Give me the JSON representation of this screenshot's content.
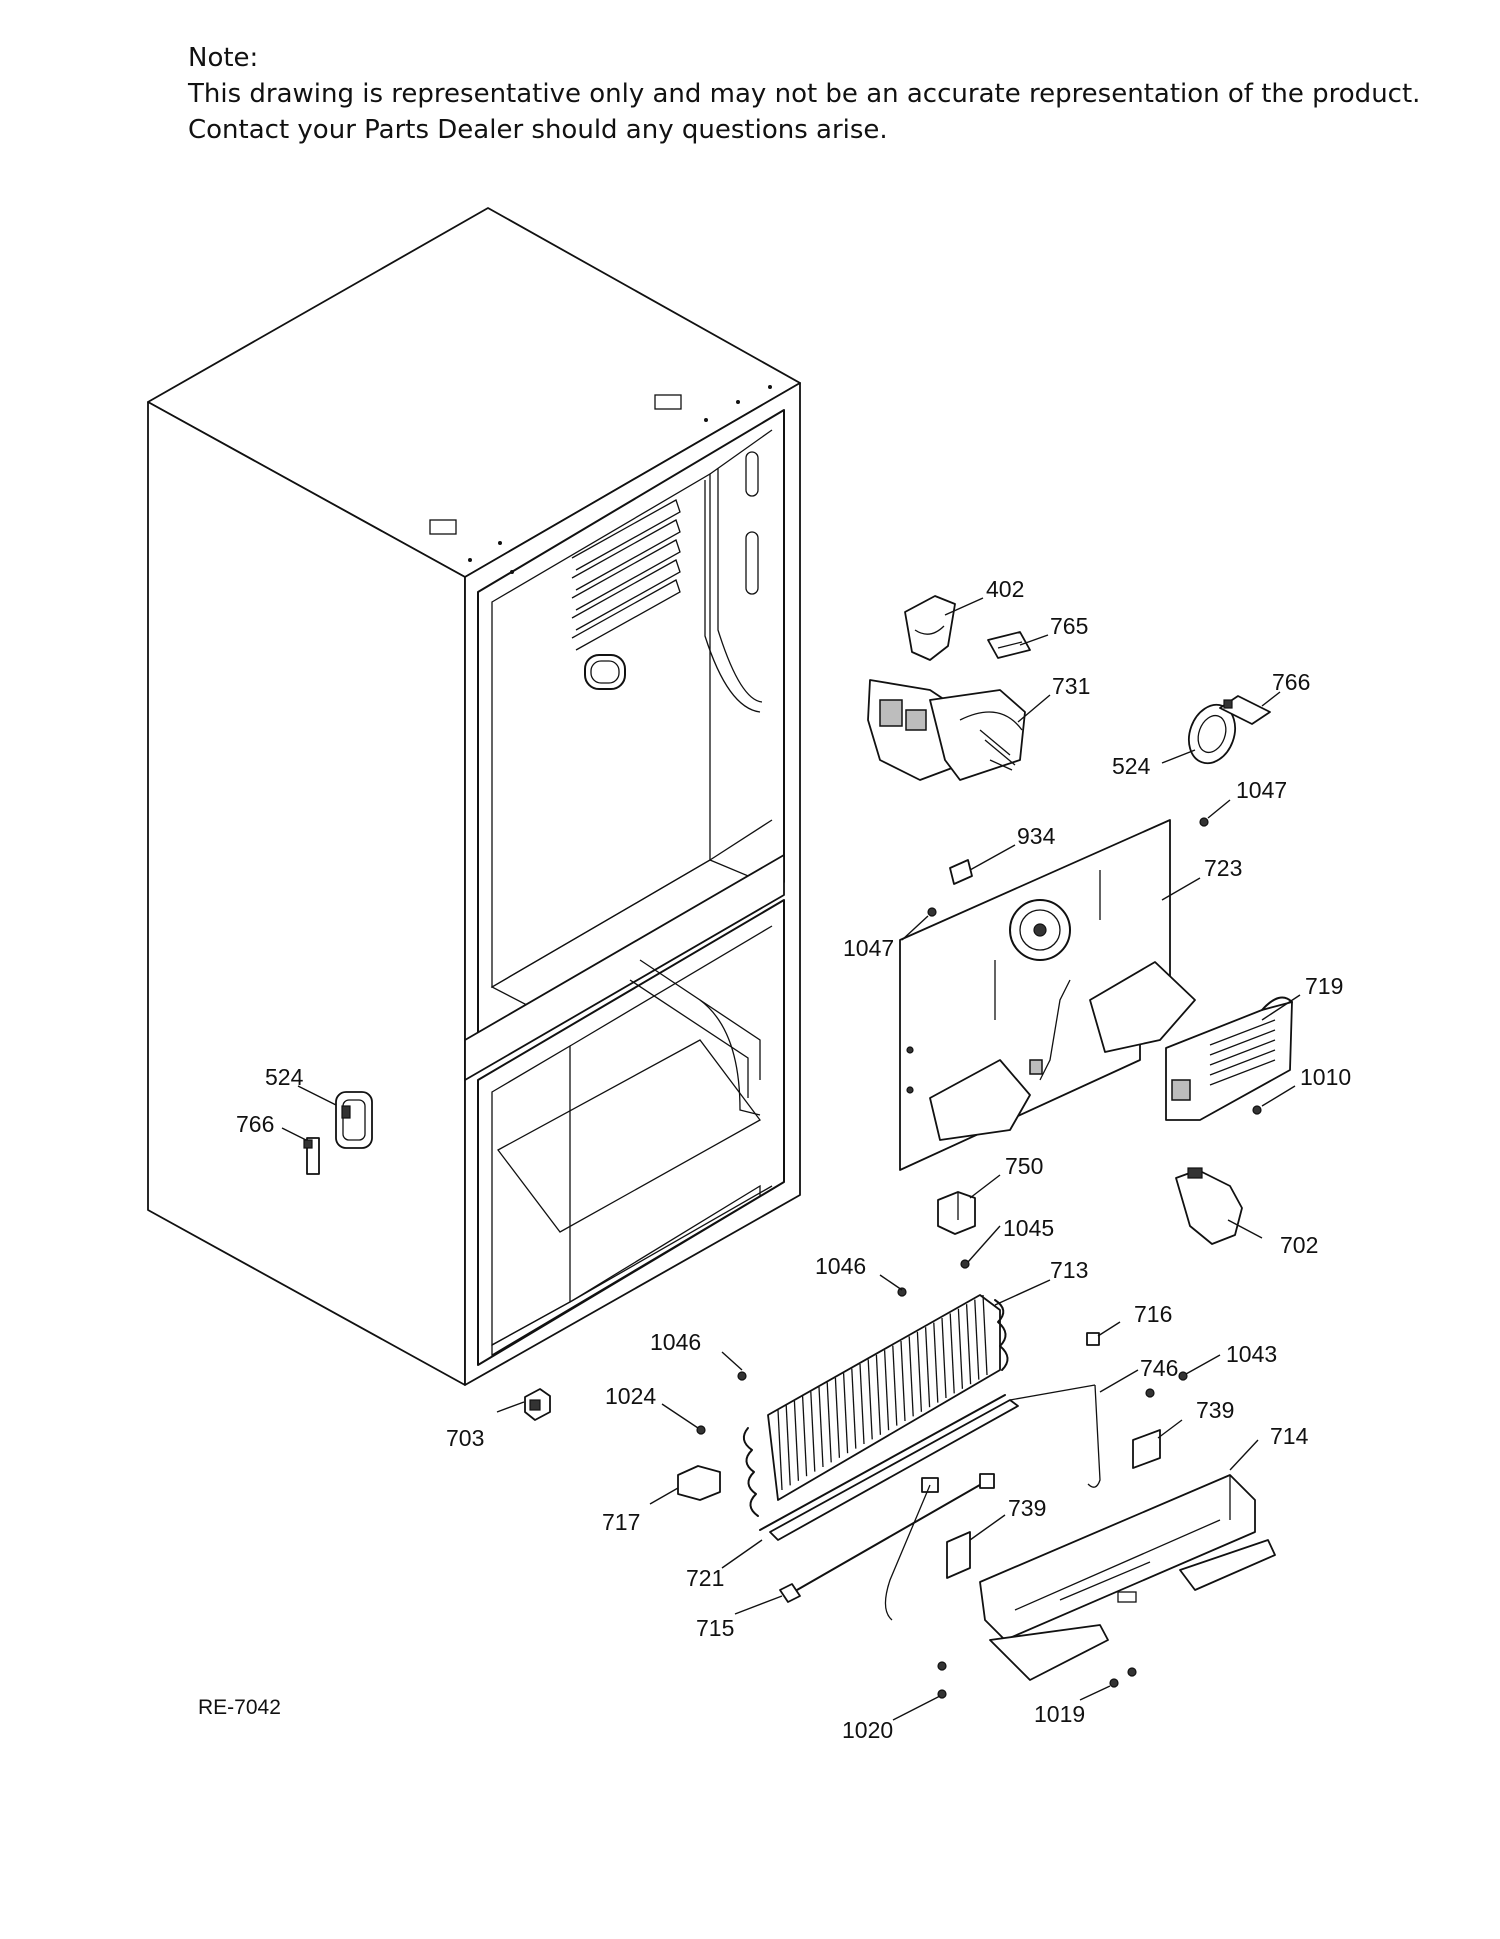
{
  "note": {
    "heading": "Note:",
    "line1": "This drawing is representative only and may not be an accurate representation of the product.",
    "line2": "Contact your Parts Dealer should any questions arise."
  },
  "diagram_ref": "RE-7042",
  "callouts": {
    "c402": "402",
    "c765": "765",
    "c731": "731",
    "c766a": "766",
    "c524a": "524",
    "c1047a": "1047",
    "c934": "934",
    "c723": "723",
    "c1047b": "1047",
    "c719": "719",
    "c1010": "1010",
    "c524b": "524",
    "c766b": "766",
    "c750": "750",
    "c702": "702",
    "c1045": "1045",
    "c1046a": "1046",
    "c713": "713",
    "c716": "716",
    "c1046b": "1046",
    "c746": "746",
    "c1043": "1043",
    "c1024": "1024",
    "c739a": "739",
    "c714": "714",
    "c703": "703",
    "c717": "717",
    "c739b": "739",
    "c721": "721",
    "c715": "715",
    "c1019": "1019",
    "c1020": "1020"
  }
}
